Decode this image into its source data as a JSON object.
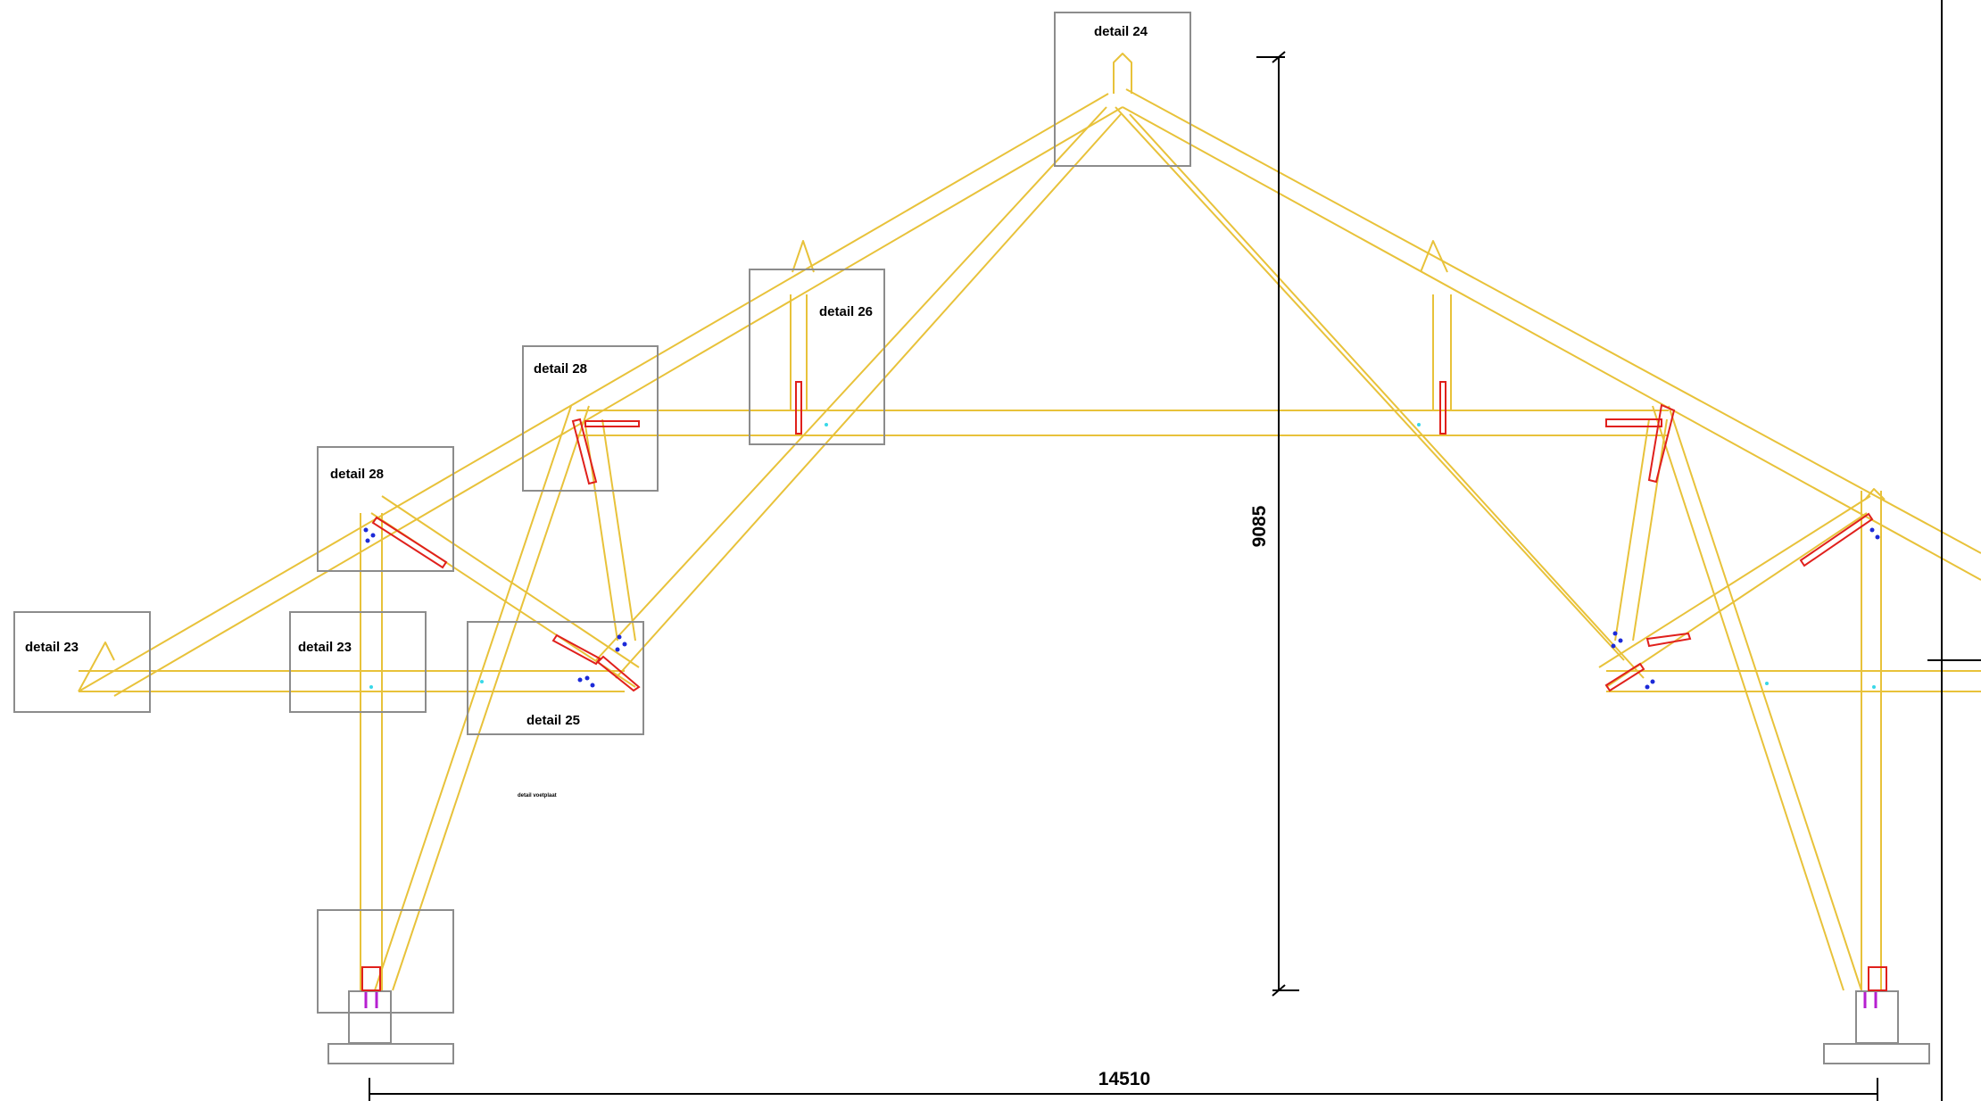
{
  "colors": {
    "timber": "#e8c23a",
    "frame": "#8c8c8c",
    "dimension": "#000000",
    "steel_plate": "#e0201c",
    "bolt": "#1c2ad8",
    "anchor": "#b61fd0",
    "marker": "#38d8e8"
  },
  "details": {
    "d23a": "detail 23",
    "d23b": "detail 23",
    "d24": "detail 24",
    "d25": "detail 25",
    "d26": "detail 26",
    "d28a": "detail 28",
    "d28b": "detail 28"
  },
  "small_note": "detail voetplaat",
  "dimensions": {
    "span": "14510",
    "height": "9085"
  }
}
